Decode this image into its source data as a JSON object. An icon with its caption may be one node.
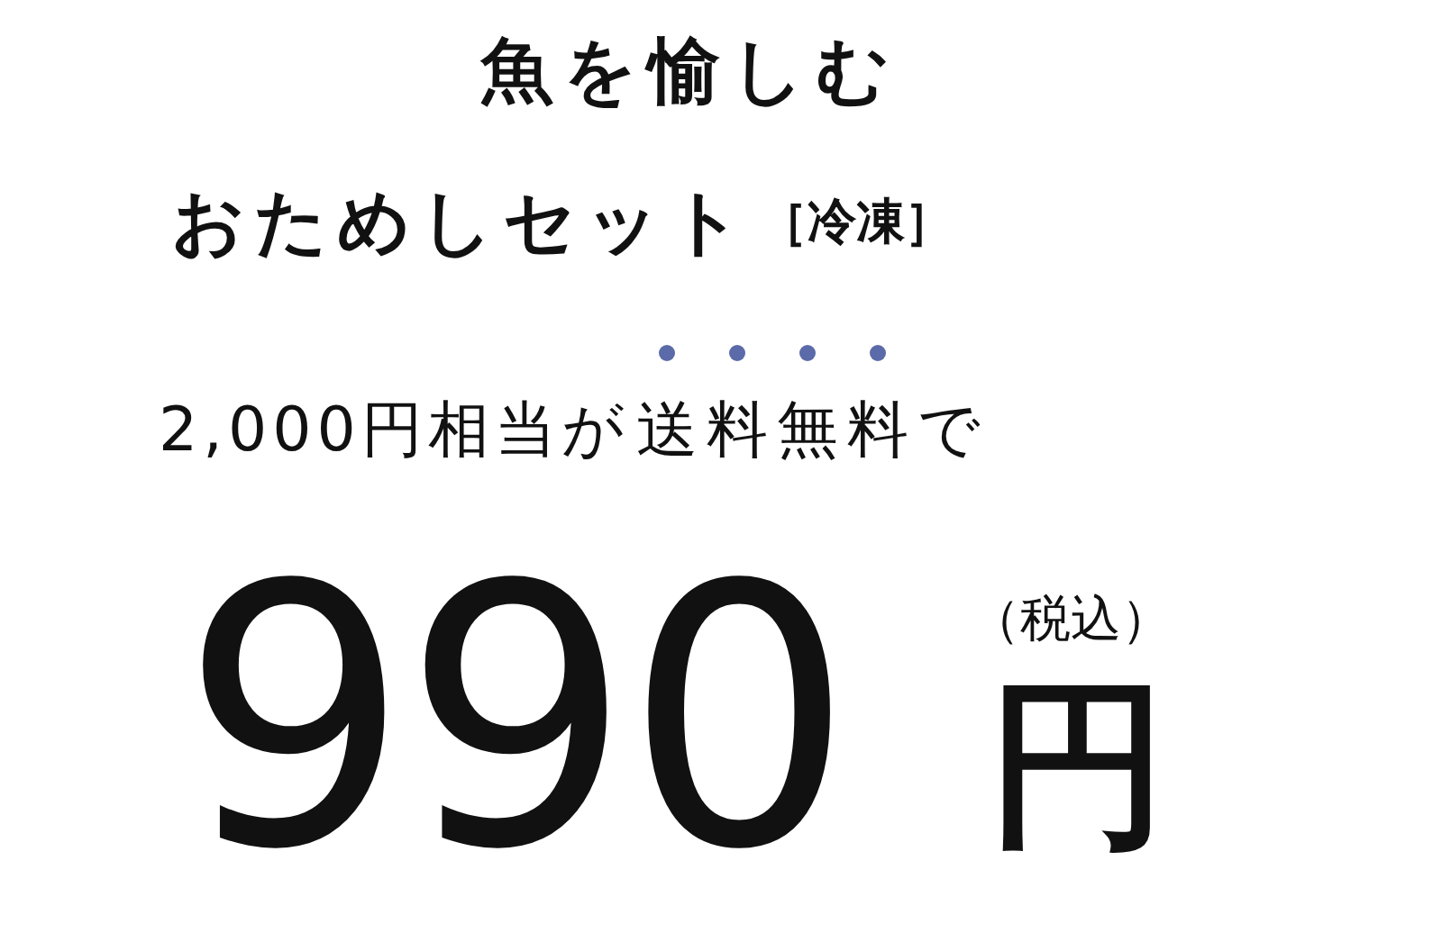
{
  "diagram": {
    "labels": [
      "魚を愉しむ",
      "おためしセット",
      "［冷凍］",
      "2,000円相当が",
      "送料無料",
      "で",
      "990",
      "（税込）",
      "円"
    ]
  }
}
